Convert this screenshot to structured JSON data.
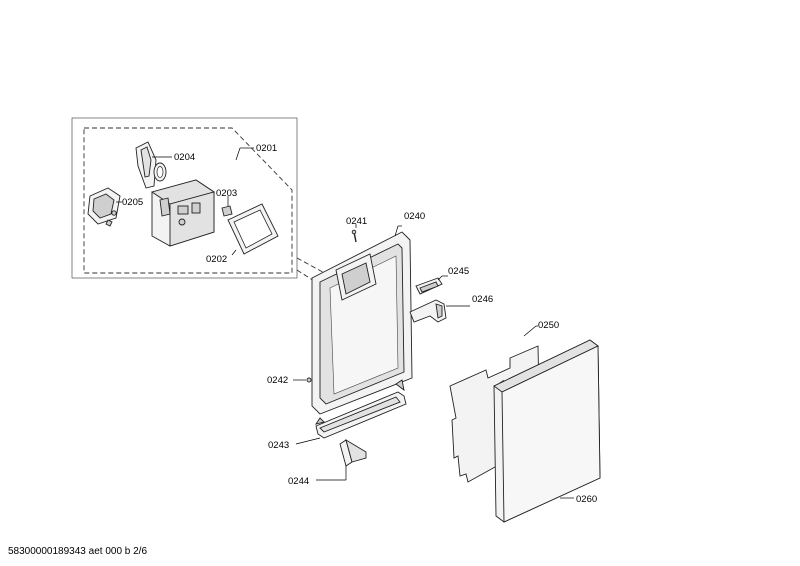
{
  "diagram": {
    "labels": {
      "p0201": "0201",
      "p0202": "0202",
      "p0203": "0203",
      "p0204": "0204",
      "p0205": "0205",
      "p0240": "0240",
      "p0241": "0241",
      "p0242": "0242",
      "p0243": "0243",
      "p0244": "0244",
      "p0245": "0245",
      "p0246": "0246",
      "p0250": "0250",
      "p0260": "0260"
    },
    "footer": "58300000189343 aet 000 b 2/6"
  }
}
